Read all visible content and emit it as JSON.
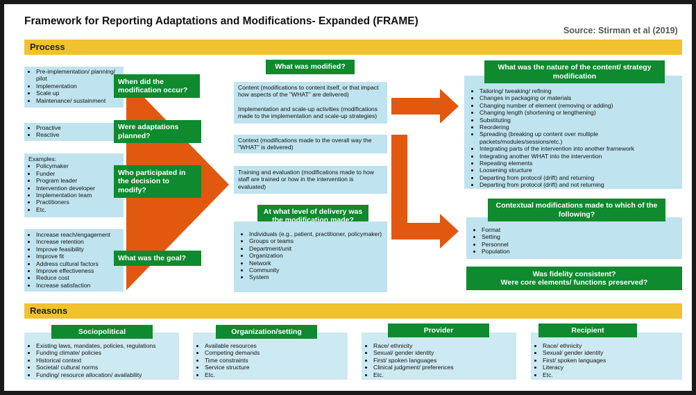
{
  "title": "Framework for Reporting Adaptations and Modifications- Expanded (FRAME)",
  "source": "Source: Stirman et al (2019)",
  "process_label": "Process",
  "reasons_label": "Reasons",
  "colors": {
    "green": "#0f8a2f",
    "orange": "#e2580f",
    "yellow": "#f2c12e",
    "light_blue": "#bfe3ef"
  },
  "left": {
    "when": {
      "question": "When did the modification occur?",
      "items": [
        "Pre-implementation/ planning/ pilot",
        "Implementation",
        "Scale up",
        "Maintenance/ sustainment"
      ]
    },
    "planned": {
      "question": "Were adaptations planned?",
      "items": [
        "Proactive",
        "Reactive"
      ]
    },
    "who": {
      "question": "Who participated in the decision to modify?",
      "intro": "Examples:",
      "items": [
        "Policymaker",
        "Funder",
        "Program leader",
        "Intervention developer",
        "Implementation team",
        "Practitioners",
        "Etc."
      ]
    },
    "goal": {
      "question": "What was the goal?",
      "items": [
        "Increase reach/engagement",
        "Increase retention",
        "Improve feasibility",
        "Improve fit",
        "Address cultural factors",
        "Improve effectiveness",
        "Reduce cost",
        "Increase satisfaction"
      ]
    }
  },
  "middle": {
    "what_modified": "What was modified?",
    "content_text": "Content (modifications to content itself, or that impact how aspects of the \"WHAT\" are delivered)",
    "implementation_text": "Implementation and scale-up activities (modifications made to the implementation and scale-up strategies)",
    "context_text": "Context (modifications made to the overall way the \"WHAT\" is delivered)",
    "training_text": "Training and evaluation (modifications made to how staff are trained or how in the intervention is evaluated)",
    "level_question": "At what level of delivery was the modification made?",
    "level_items": [
      "Individuals (e.g., patient, practitioner, policymaker)",
      "Groups or teams",
      "Department/unit",
      "Organization",
      "Network",
      "Community",
      "System"
    ]
  },
  "right": {
    "nature_question": "What was the nature of the content/ strategy modification",
    "nature_items": [
      "Tailoring/ tweaking/ refining",
      "Changes in packaging or materials",
      "Changing number of element (removing or adding)",
      "Changing length (shortening or lengthening)",
      "Substituting",
      "Reordering",
      "Spreading (breaking up content over multiple packets/modules/sessions/etc.)",
      "Integrating parts of the intervention into another framework",
      "Integrating another WHAT into the intervention",
      "Repeating elements",
      "Loosening structure",
      "Departing from protocol (drift) and returning",
      "Departing from protocol (drift)  and  not returning"
    ],
    "contextual_question": "Contextual modifications made to which of the following?",
    "contextual_items": [
      "Format",
      "Setting",
      "Personnel",
      "Population"
    ],
    "fidelity_line1": "Was fidelity consistent?",
    "fidelity_line2": "Were core elements/ functions preserved?"
  },
  "reasons": [
    {
      "title": "Sociopolitical",
      "items": [
        "Existing laws, mandates, policies, regulations",
        "Funding climate/ policies",
        "Historical context",
        "Societal/ cultural norms",
        "Funding/ resource allocation/ availability"
      ]
    },
    {
      "title": "Organization/setting",
      "items": [
        "Available resources",
        "Competing demands",
        "Time constraints",
        "Service structure",
        "Etc."
      ]
    },
    {
      "title": "Provider",
      "items": [
        "Race/ ethnicity",
        "Sexual/ gender identity",
        "First/ spoken languages",
        "Clinical judgment/ preferences",
        "Etc."
      ]
    },
    {
      "title": "Recipient",
      "items": [
        "Race/ ethnicity",
        "Sexual/ gender identity",
        "First/ spoken languages",
        "Literacy",
        "Etc."
      ]
    }
  ]
}
